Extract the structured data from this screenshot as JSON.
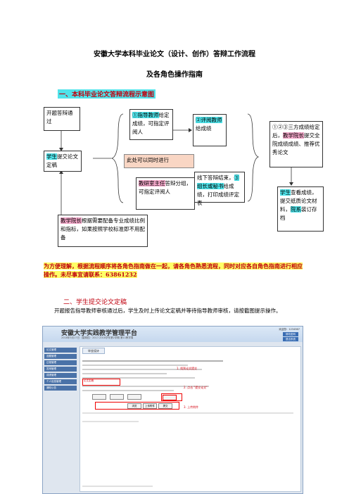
{
  "title": "安徽大学本科毕业论文（设计、创作）答辩工作流程",
  "subtitle": "及各角色操作指南",
  "section1": "一、本科毕业论文答辩流程示意图",
  "flow": {
    "box_start": "开题答辩通过",
    "box_student_submit": [
      "学生",
      "提交论文定稿"
    ],
    "box_advisor": [
      "①指导教师",
      "给定成绩，可指定评阅人"
    ],
    "box_reviewer": [
      "②评阅教师",
      "给成绩"
    ],
    "box_parallel": "此处可以同时进行",
    "box_director": [
      "教研室主任",
      "答辩分组，可指定评阅人"
    ],
    "box_defense": [
      "线下答辩结束，",
      "③组长或秘书",
      "给成绩，打印成绩评定表"
    ],
    "box_dean": [
      "①②③三方成绩给定后，",
      "教学院长",
      "提交全院成绩成绩、推荐优秀论文"
    ],
    "box_student_final": [
      "学生",
      "查看成绩，提交纸质论文材料，",
      "院系",
      "装订存档"
    ],
    "box_dean_config": [
      "教学院长",
      "根据需要配备专业成绩比例和指标，如果按照学校标准即不用配备"
    ]
  },
  "note": "为方便理解，根据流程顺序将各角色指南做在一起，请各角色熟悉流程，同时对应各自角色指南进行相应操作。未尽事宜请联系：63861232",
  "note_phone": "63861232",
  "section2": "二、学生提交论文定稿",
  "para": "开题报告指导教师审核通过后，学生及时上传论文定稿并等待指导教师审核，请按截图提示操作。",
  "screenshot": {
    "app_title": "安徽大学实践教学管理平台",
    "app_sub": "2018年5月17日（星期四）· 2017-2018学年第2学期 第11教学周",
    "user": "欢迎您：1234567",
    "btn1": "修改密码",
    "btn2": "退出系统",
    "nav": [
      "论文管理",
      "选题管理",
      "过程管理",
      "答辩管理",
      "成绩管理",
      "个人信息管理",
      "通知公告"
    ],
    "tab": "毕业设计",
    "hint1": "1. 找到论文提交",
    "hint2": "2. 点击 \"提交论文\"",
    "hint3": "3. 上传附件",
    "label_final": "论文定稿",
    "btn_select": "浏览",
    "btn_upload": "上传附件",
    "btn_submit": "提交"
  }
}
